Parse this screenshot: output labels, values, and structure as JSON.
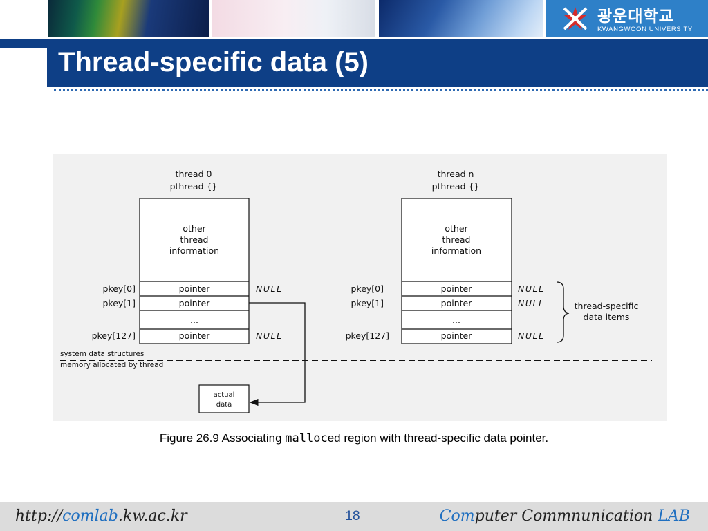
{
  "header": {
    "title": "Thread-specific data (5)",
    "logo_korean": "광운대학교",
    "logo_english": "KWANGWOON UNIVERSITY",
    "colors": {
      "title_bar": "#0e3f86",
      "logo_panel": "#2e80c8",
      "dotted_rule": "#2f6ab2"
    }
  },
  "figure": {
    "thread0": {
      "name": "thread 0",
      "type": "pthread {}",
      "info": [
        "other",
        "thread",
        "information"
      ]
    },
    "threadn": {
      "name": "thread n",
      "type": "pthread {}",
      "info": [
        "other",
        "thread",
        "information"
      ]
    },
    "keys": [
      "pkey[0]",
      "pkey[1]",
      "pkey[127]"
    ],
    "pointer_label": "pointer",
    "ellipsis": "...",
    "null_label": "NULL",
    "brace_label": [
      "thread-specific",
      "data items"
    ],
    "boundary_label_top": "system data structures",
    "boundary_label_bottom": "memory allocated by thread",
    "actual_data": [
      "actual",
      "data"
    ]
  },
  "caption": {
    "prefix": "Figure 26.9 Associating ",
    "code": "malloc",
    "suffix": "ed region with thread-specific data pointer."
  },
  "footer": {
    "url_prefix": "http://",
    "url_highlight": "comlab",
    "url_suffix": ".kw.ac.kr",
    "page": "18",
    "lab_highlight": "Com",
    "lab_rest": "puter Commnunication ",
    "lab_end": "LAB"
  }
}
